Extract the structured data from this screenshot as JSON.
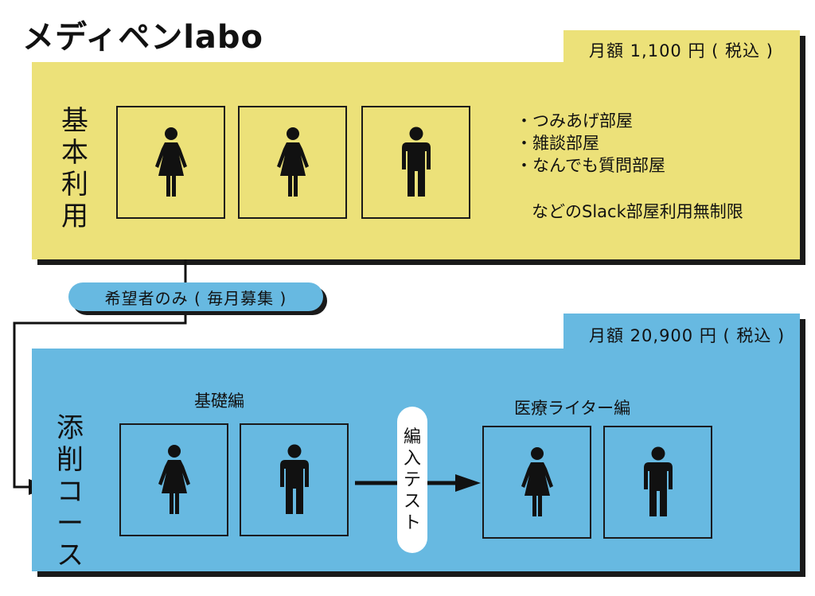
{
  "title": "メディペンlabo",
  "basic": {
    "label": "基本利用",
    "price": "月額 1,100 円 ( 税込 )",
    "features": [
      "・つみあげ部屋",
      "・雑談部屋",
      "・なんでも質問部屋"
    ],
    "footnote": "などのSlack部屋利用無制限",
    "figures": [
      "female-icon",
      "female-icon",
      "male-icon"
    ]
  },
  "transition": {
    "label": "希望者のみ ( 毎月募集 )"
  },
  "correction": {
    "label": "添削コース",
    "price": "月額 20,900 円 ( 税込 )",
    "basic_section": {
      "label": "基礎編",
      "figures": [
        "female-icon",
        "male-icon"
      ]
    },
    "test_label": "編入テスト",
    "advanced_section": {
      "label": "医療ライター編",
      "figures": [
        "female-icon",
        "male-icon"
      ]
    }
  },
  "colors": {
    "yellow": "#ece179",
    "blue": "#67b9e1",
    "shadow": "#1a1a1a",
    "ink": "#111111"
  }
}
